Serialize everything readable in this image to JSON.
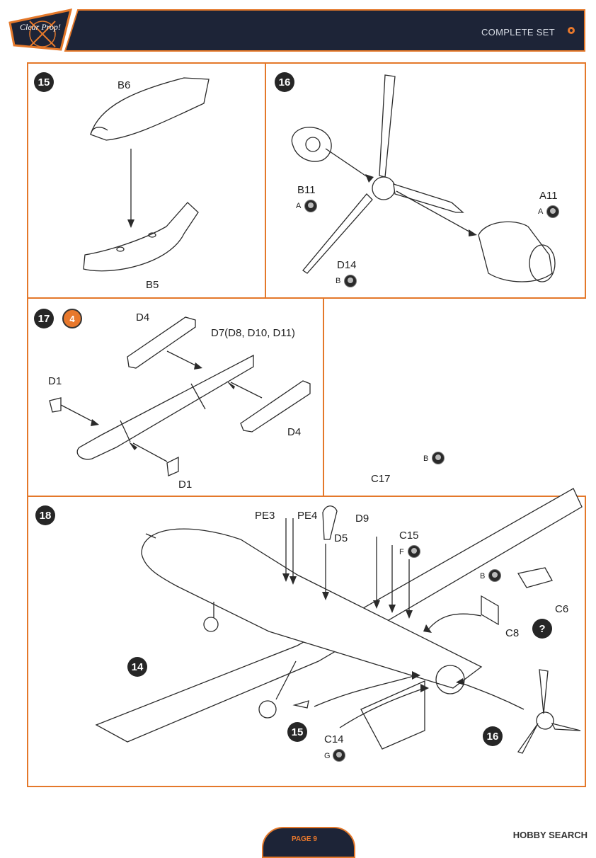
{
  "header": {
    "title": "COMPLETE SET",
    "logo_text": "Clear Prop!"
  },
  "steps": {
    "s15": {
      "num": "15",
      "top_part": "B6",
      "bottom_part": "B5"
    },
    "s16": {
      "num": "16",
      "hub": "B11",
      "hub_paint": "A",
      "spinner": "A11",
      "spinner_paint": "A",
      "prop": "D14",
      "prop_paint": "B"
    },
    "s17": {
      "num": "17",
      "count": "4",
      "d4_top": "D4",
      "body": "D7(D8, D10, D11)",
      "d1_top": "D1",
      "d4_bottom": "D4",
      "d1_bottom": "D1"
    },
    "s18": {
      "num": "18",
      "pe3": "PE3",
      "pe4": "PE4",
      "d5": "D5",
      "d9": "D9",
      "c15": "C15",
      "c15_paint": "F",
      "c17": "C17",
      "c17_paint": "B",
      "c6": "C6",
      "c6_paint": "B",
      "c8": "C8",
      "question": "?",
      "ref14": "14",
      "ref15": "15",
      "ref16": "16",
      "c14": "C14",
      "c14_paint": "G"
    }
  },
  "footer": {
    "page": "PAGE 9",
    "watermark": "HOBBY SEARCH"
  }
}
